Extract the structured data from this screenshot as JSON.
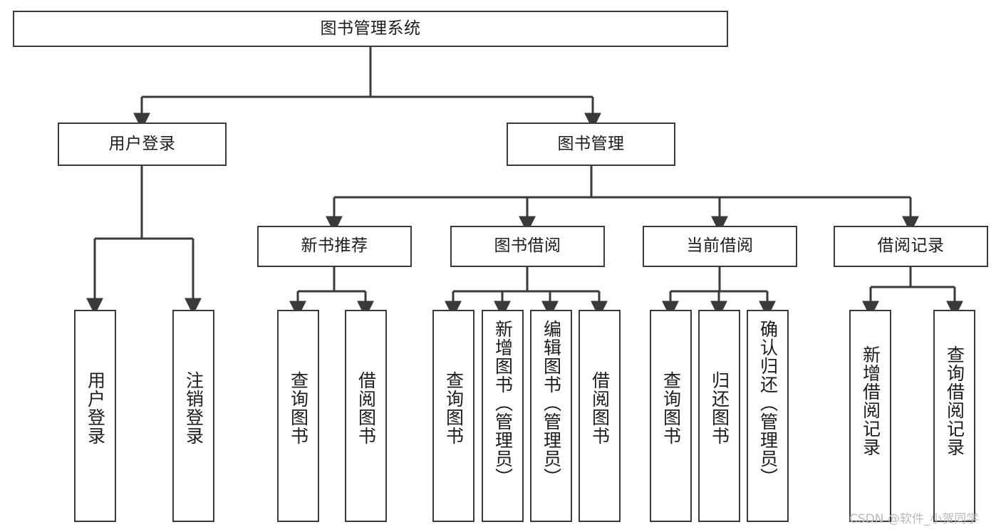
{
  "diagram": {
    "type": "tree-hierarchy",
    "title": "图书管理系统",
    "orientation": "top-down",
    "colors": {
      "background": "#ffffff",
      "node_border": "#3a3a3a",
      "node_fill": "#ffffff",
      "text": "#1c1c1c",
      "edge": "#3a3a3a",
      "watermark": "#b9b9b9"
    },
    "levels": {
      "root": {
        "label": "图书管理系统"
      },
      "branches": [
        {
          "id": "user-login",
          "label": "用户登录"
        },
        {
          "id": "book-management",
          "label": "图书管理"
        }
      ],
      "groups": [
        {
          "id": "new-book-recommend",
          "label": "新书推荐",
          "parent": "book-management"
        },
        {
          "id": "book-borrow",
          "label": "图书借阅",
          "parent": "book-management"
        },
        {
          "id": "current-borrow",
          "label": "当前借阅",
          "parent": "book-management"
        },
        {
          "id": "borrow-record",
          "label": "借阅记录",
          "parent": "book-management"
        }
      ],
      "leaves": [
        {
          "id": "leaf-user-login",
          "label": "用户登录",
          "parent": "user-login"
        },
        {
          "id": "leaf-user-logout",
          "label": "注销登录",
          "parent": "user-login"
        },
        {
          "id": "leaf-query-book-1",
          "label": "查询图书",
          "parent": "new-book-recommend"
        },
        {
          "id": "leaf-borrow-book-1",
          "label": "借阅图书",
          "parent": "new-book-recommend"
        },
        {
          "id": "leaf-query-book-2",
          "label": "查询图书",
          "parent": "book-borrow"
        },
        {
          "id": "leaf-add-book",
          "label": "新增图书（管理员）",
          "parent": "book-borrow"
        },
        {
          "id": "leaf-edit-book",
          "label": "编辑图书（管理员）",
          "parent": "book-borrow"
        },
        {
          "id": "leaf-borrow-book-2",
          "label": "借阅图书",
          "parent": "book-borrow"
        },
        {
          "id": "leaf-query-book-3",
          "label": "查询图书",
          "parent": "current-borrow"
        },
        {
          "id": "leaf-return-book",
          "label": "归还图书",
          "parent": "current-borrow"
        },
        {
          "id": "leaf-confirm-return",
          "label": "确认归还（管理员）",
          "parent": "current-borrow"
        },
        {
          "id": "leaf-add-record",
          "label": "新增借阅记录",
          "parent": "borrow-record"
        },
        {
          "id": "leaf-query-record",
          "label": "查询借阅记录",
          "parent": "borrow-record"
        }
      ]
    }
  },
  "watermark": {
    "text": "CSDN @软件_小贺同学"
  }
}
